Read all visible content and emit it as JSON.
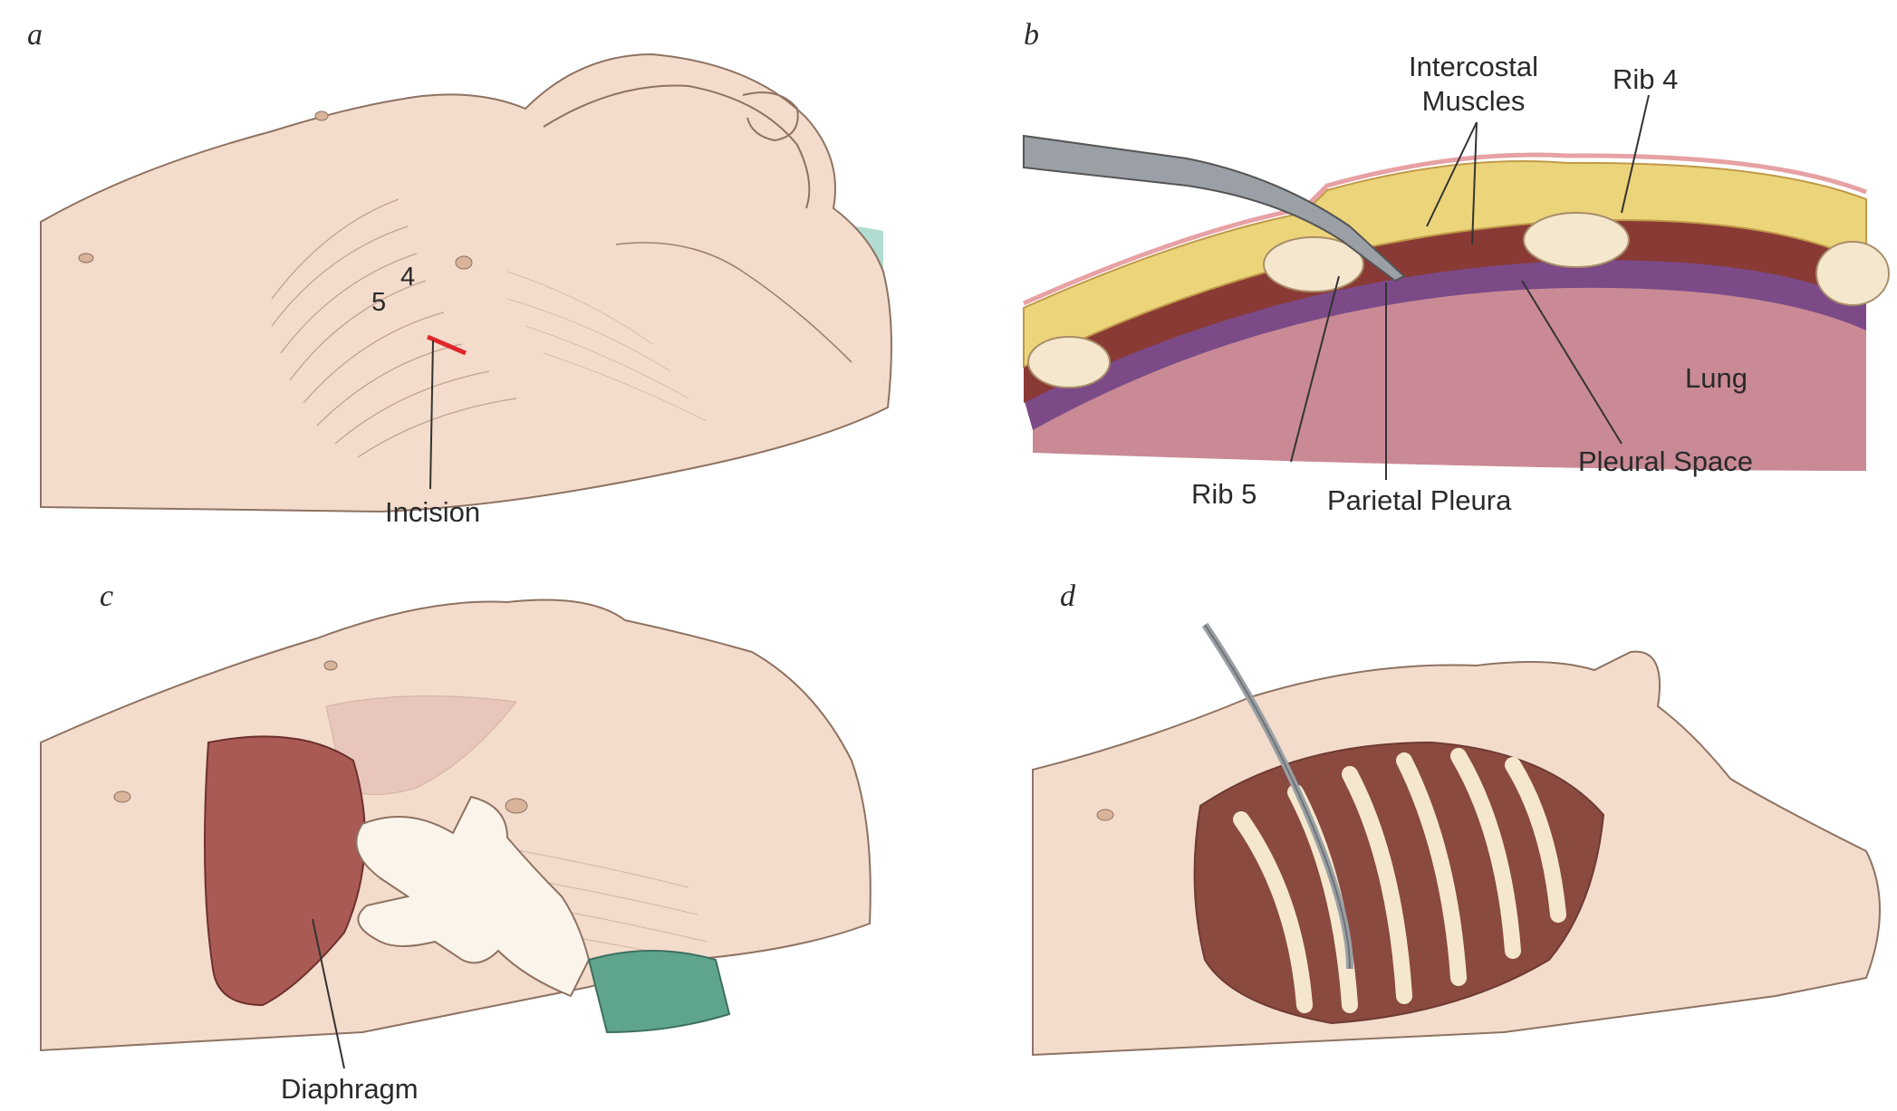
{
  "panels": {
    "a": {
      "letter": "a",
      "rib_labels": [
        "5",
        "4"
      ],
      "incision_label": "Incision",
      "incision_color": "#e0262b"
    },
    "b": {
      "letter": "b",
      "labels": {
        "intercostal": "Intercostal\nMuscles",
        "rib4": "Rib 4",
        "lung": "Lung",
        "pleural_space": "Pleural Space",
        "rib5": "Rib 5",
        "parietal_pleura": "Parietal Pleura"
      }
    },
    "c": {
      "letter": "c",
      "diaphragm_label": "Diaphragm"
    },
    "d": {
      "letter": "d"
    }
  },
  "colors": {
    "skin": "#f3dccb",
    "skin_shade": "#e6c2aa",
    "drape": "#a9d8cc",
    "fat": "#ecd47a",
    "muscle": "#8a3a34",
    "pleura": "#7b4a87",
    "lung": "#c98a95",
    "bone": "#f5e7cd",
    "diaphragm": "#a95a55",
    "glove": "#fbf4ea",
    "sleeve": "#5fa58d",
    "instrument": "#9aa0a6"
  }
}
